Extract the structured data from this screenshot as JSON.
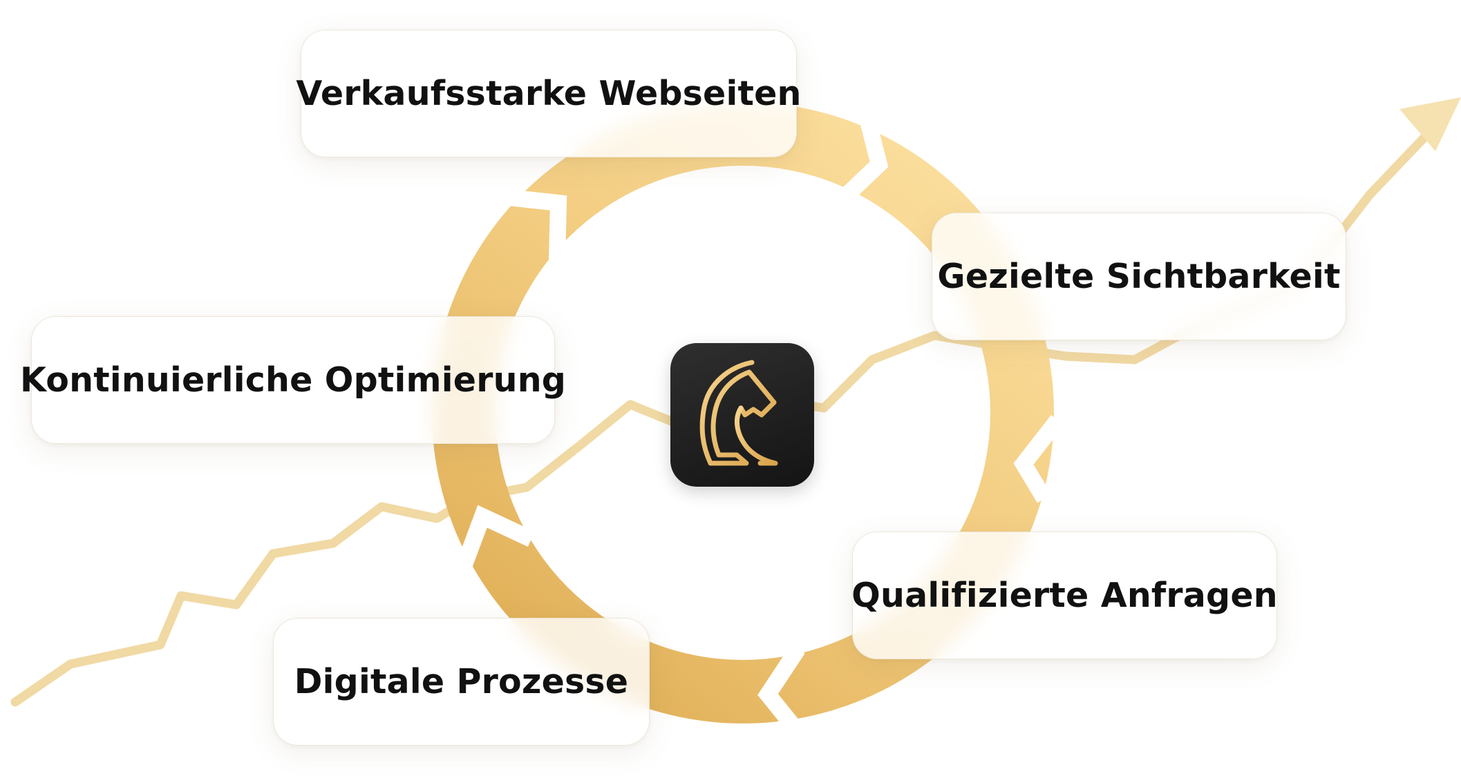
{
  "diagram": {
    "steps": [
      {
        "label": "Verkaufsstarke Webseiten"
      },
      {
        "label": "Gezielte Sichtbarkeit"
      },
      {
        "label": "Qualifizierte Anfragen"
      },
      {
        "label": "Digitale Prozesse"
      },
      {
        "label": "Kontinuierliche Optimierung"
      }
    ],
    "center_logo": "horse-head-logo-icon",
    "colors": {
      "gold_light": "#FBDE9C",
      "gold_dark": "#E2B356",
      "growth_line": "#F1D9A4",
      "logo_bg": "#1C1C1C",
      "text": "#111111"
    }
  }
}
